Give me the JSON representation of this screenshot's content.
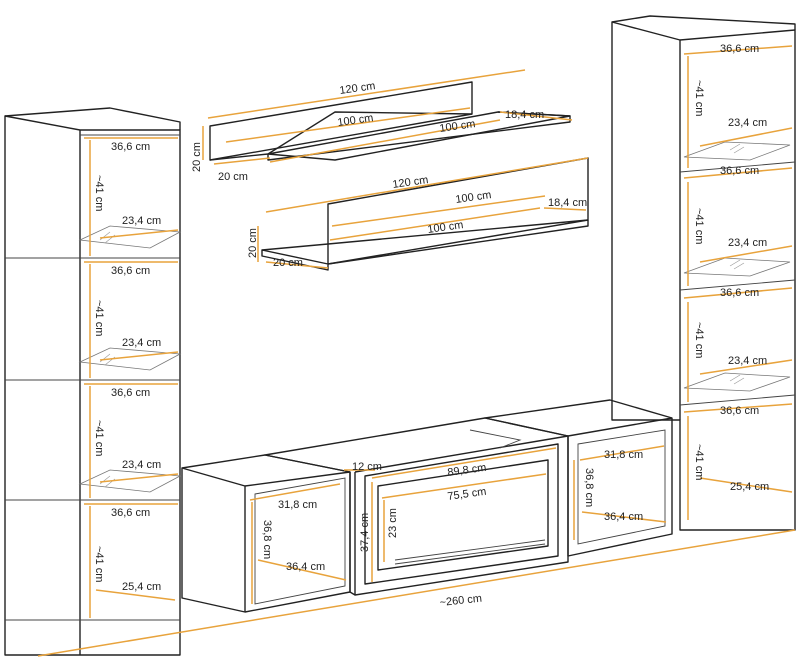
{
  "colors": {
    "dimension": "#e8a33c",
    "outline": "#222222",
    "background": "#ffffff"
  },
  "left_cabinet": {
    "width_top": "36,6 cm",
    "shelf_height_1": "~41 cm",
    "glass_depth_1": "23,4 cm",
    "width_2": "36,6 cm",
    "shelf_height_2": "~41 cm",
    "glass_depth_2": "23,4 cm",
    "width_3": "36,6 cm",
    "shelf_height_3": "~41 cm",
    "glass_depth_3": "23,4 cm",
    "width_4": "36,6 cm",
    "shelf_height_4": "~41 cm",
    "depth_bottom": "25,4 cm"
  },
  "right_cabinet": {
    "width_top": "36,6 cm",
    "shelf_height_1": "~41 cm",
    "glass_depth_1": "23,4 cm",
    "width_2": "36,6 cm",
    "shelf_height_2": "~41 cm",
    "glass_depth_2": "23,4 cm",
    "width_3": "36,6 cm",
    "shelf_height_3": "~41 cm",
    "glass_depth_3": "23,4 cm",
    "width_4": "36,6 cm",
    "shelf_height_4": "~41 cm",
    "depth_bottom": "25,4 cm"
  },
  "upper_shelf": {
    "back_width": "120 cm",
    "height": "20 cm",
    "depth_side": "20 cm",
    "front_width": "100 cm",
    "inner_width": "100 cm",
    "depth": "18,4 cm"
  },
  "lower_shelf": {
    "back_width": "120 cm",
    "height": "20 cm",
    "depth_side": "20 cm",
    "front_width": "100 cm",
    "inner_width": "100 cm",
    "depth": "18,4 cm"
  },
  "left_box": {
    "width": "31,8 cm",
    "height": "36,8 cm",
    "depth": "36,4 cm"
  },
  "right_box": {
    "width": "31,8 cm",
    "height": "36,8 cm",
    "depth": "36,4 cm"
  },
  "fireplace": {
    "frame": "12 cm",
    "outer_width": "89,8 cm",
    "inner_width": "75,5 cm",
    "outer_height": "37,4 cm",
    "inner_height": "23 cm"
  },
  "total_width": "~260 cm"
}
